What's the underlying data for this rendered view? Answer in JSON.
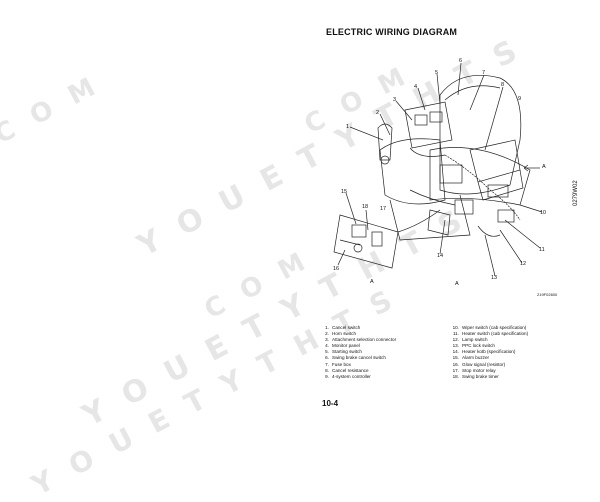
{
  "page": {
    "title": "ELECTRIC WIRING DIAGRAM",
    "side_code": "0279W02",
    "figure_code": "219F02600",
    "page_number": "10-4"
  },
  "watermark": [
    "C O M",
    "Y O U E T Y T H T S",
    "C O M",
    "Y O U E T Y T H T S",
    "C O M",
    "Y O U E T Y T H T S"
  ],
  "diagram": {
    "callouts": [
      "1",
      "2",
      "3",
      "4",
      "5",
      "6",
      "7",
      "8",
      "9",
      "10",
      "11",
      "12",
      "13",
      "14",
      "15",
      "16",
      "17",
      "18"
    ],
    "view_letters": [
      "A",
      "A",
      "A"
    ]
  },
  "legend_left": [
    {
      "num": "1.",
      "text": "Cancel switch"
    },
    {
      "num": "2.",
      "text": "Horn switch"
    },
    {
      "num": "3.",
      "text": "Attachment selection connector"
    },
    {
      "num": "4.",
      "text": "Monitor panel"
    },
    {
      "num": "5.",
      "text": "Starting switch"
    },
    {
      "num": "6.",
      "text": "Swing brake cancel switch"
    },
    {
      "num": "7.",
      "text": "Fuse box"
    },
    {
      "num": "8.",
      "text": "Cancel resistance"
    },
    {
      "num": "9.",
      "text": "4-system controller"
    }
  ],
  "legend_right": [
    {
      "num": "10.",
      "text": "Wiper switch (cab specification)"
    },
    {
      "num": "11.",
      "text": "Heater switch (cab specification)"
    },
    {
      "num": "12.",
      "text": "Lamp switch"
    },
    {
      "num": "13.",
      "text": "PPC lock switch"
    },
    {
      "num": "14.",
      "text": "Heater kotb (specification)"
    },
    {
      "num": "15.",
      "text": "Alarm buzzer"
    },
    {
      "num": "16.",
      "text": "Glow signal (resistor)"
    },
    {
      "num": "17.",
      "text": "Stop motor relay"
    },
    {
      "num": "18.",
      "text": "Swing brake timer"
    }
  ]
}
